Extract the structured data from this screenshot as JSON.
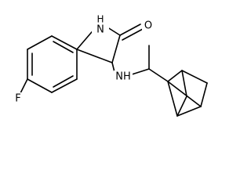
{
  "molecule": {
    "atoms": {
      "nh_ring": "H",
      "nh_ring_n": "N",
      "carbonyl_o": "O",
      "amine": "NH",
      "fluorine": "F"
    }
  }
}
